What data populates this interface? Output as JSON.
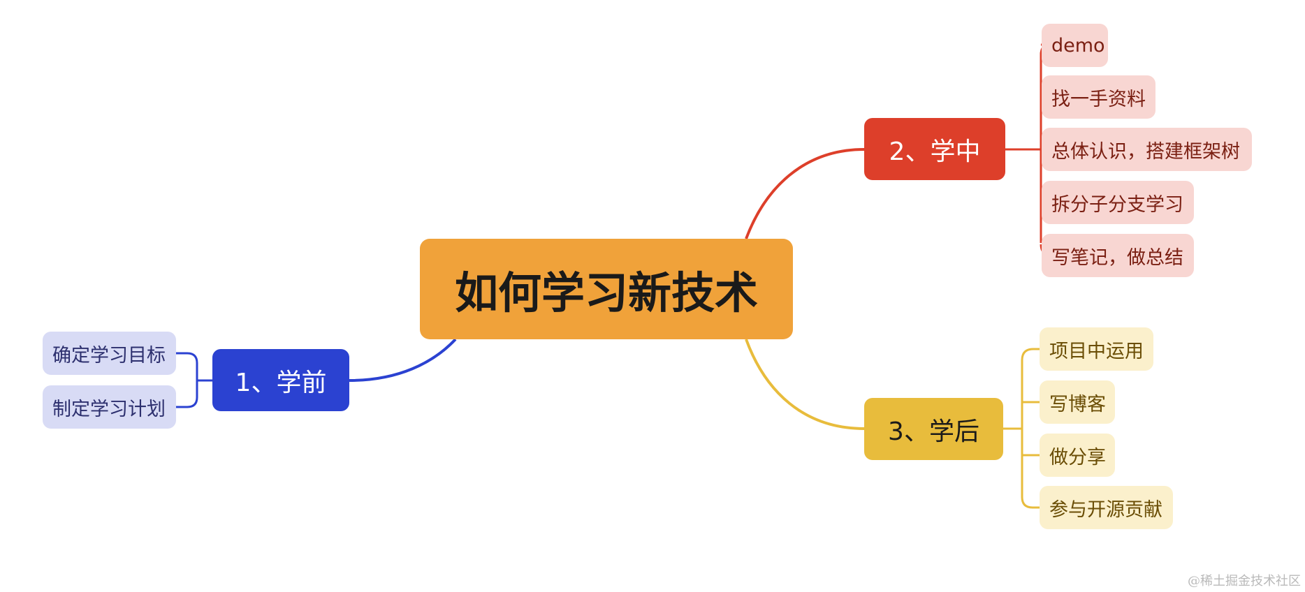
{
  "root": {
    "label": "如何学习新技术",
    "color": "#f0a23a"
  },
  "branches": {
    "before": {
      "label": "1、学前",
      "color": "#2b42d1",
      "children": [
        "确定学习目标",
        "制定学习计划"
      ]
    },
    "during": {
      "label": "2、学中",
      "color": "#dd3f2a",
      "children": [
        "demo",
        "找一手资料",
        "总体认识，搭建框架树",
        "拆分子分支学习",
        "写笔记，做总结"
      ]
    },
    "after": {
      "label": "3、学后",
      "color": "#e8bc3c",
      "children": [
        "项目中运用",
        "写博客",
        "做分享",
        "参与开源贡献"
      ]
    }
  },
  "watermark": "@稀土掘金技术社区"
}
